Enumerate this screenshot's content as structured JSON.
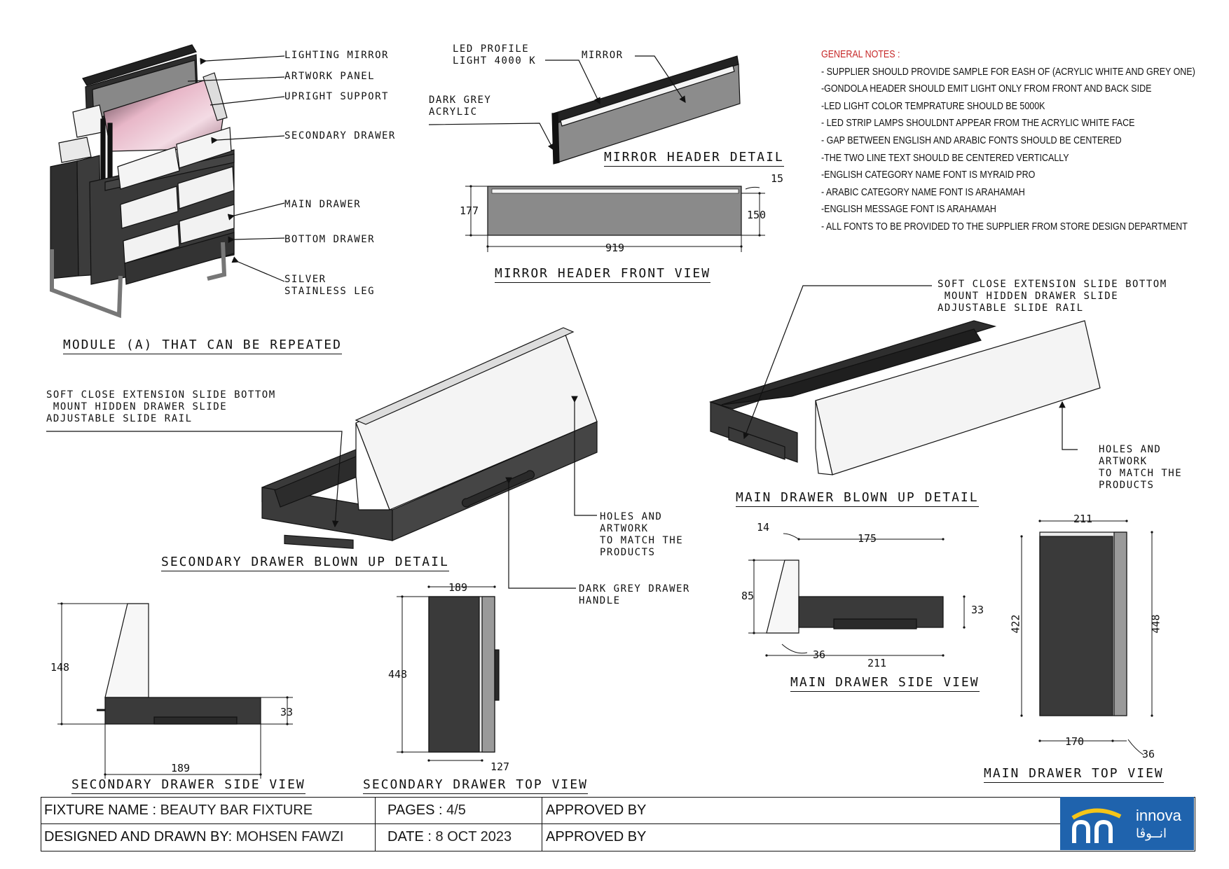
{
  "callouts_module": {
    "lighting_mirror": "LIGHTING MIRROR",
    "artwork_panel": "ARTWORK PANEL",
    "upright_support": "UPRIGHT SUPPORT",
    "secondary_drawer": "SECONDARY DRAWER",
    "main_drawer": "MAIN DRAWER",
    "bottom_drawer": "BOTTOM DRAWER",
    "silver_leg": "SILVER\nSTAINLESS LEG"
  },
  "callouts_mirror": {
    "led_profile": "LED PROFILE\nLIGHT 4000 K",
    "mirror": "MIRROR",
    "dark_grey_acrylic": "DARK GREY\nACRYLIC"
  },
  "callouts_secondary": {
    "slide": "SOFT CLOSE EXTENSION SLIDE BOTTOM\n MOUNT HIDDEN DRAWER SLIDE\nADJUSTABLE SLIDE RAIL",
    "holes": "HOLES AND\nARTWORK\nTO MATCH THE\nPRODUCTS",
    "handle": "DARK GREY DRAWER\nHANDLE"
  },
  "callouts_main": {
    "slide": "SOFT CLOSE EXTENSION SLIDE BOTTOM\n MOUNT HIDDEN DRAWER SLIDE\nADJUSTABLE SLIDE RAIL",
    "holes": "HOLES AND\nARTWORK\nTO MATCH THE\nPRODUCTS"
  },
  "titles": {
    "module": "MODULE (A) THAT CAN BE REPEATED",
    "mirror_detail": "MIRROR HEADER DETAIL",
    "mirror_front": "MIRROR HEADER FRONT VIEW",
    "secondary_blown": "SECONDARY DRAWER BLOWN UP DETAIL",
    "main_blown": "MAIN DRAWER BLOWN UP DETAIL",
    "secondary_side": "SECONDARY DRAWER SIDE VIEW",
    "secondary_top": "SECONDARY DRAWER TOP VIEW",
    "main_side": "MAIN DRAWER SIDE VIEW",
    "main_top": "MAIN DRAWER TOP VIEW"
  },
  "dimensions": {
    "mirror_height": "177",
    "mirror_inner": "150",
    "mirror_strip": "15",
    "mirror_width": "919",
    "sec_side_height": "148",
    "sec_side_drawer": "33",
    "sec_side_width": "189",
    "sec_top_width": "189",
    "sec_top_length": "448",
    "sec_top_depth": "127",
    "main_side_offset": "14",
    "main_side_width": "175",
    "main_side_height": "85",
    "main_side_drawer": "33",
    "main_side_base": "36",
    "main_side_total": "211",
    "main_top_width": "211",
    "main_top_inner": "422",
    "main_top_outer": "448",
    "main_top_170": "170",
    "main_top_36": "36"
  },
  "notes": {
    "heading": "GENERAL NOTES :",
    "items": [
      "- SUPPLIER SHOULD PROVIDE SAMPLE FOR EASH  OF (ACRYLIC WHITE AND GREY ONE)",
      "-GONDOLA HEADER SHOULD EMIT LIGHT ONLY FROM FRONT AND BACK SIDE",
      "-LED LIGHT COLOR TEMPRATURE SHOULD BE 5000K",
      "- LED STRIP LAMPS SHOULDNT APPEAR FROM THE ACRYLIC WHITE FACE",
      "- GAP BETWEEN ENGLISH AND ARABIC FONTS SHOULD BE CENTERED",
      "-THE TWO LINE TEXT SHOULD BE CENTERED VERTICALLY",
      "-ENGLISH CATEGORY NAME FONT IS MYRAID PRO",
      "- ARABIC CATEGORY NAME FONT IS ARAHAMAH",
      "-ENGLISH MESSAGE FONT IS ARAHAMAH",
      "- ALL FONTS TO BE PROVIDED TO THE SUPPLIER FROM STORE DESIGN DEPARTMENT"
    ]
  },
  "title_block": {
    "fixture_label": "FIXTURE NAME :",
    "fixture_value": "BEAUTY BAR FIXTURE",
    "designer_label": "DESIGNED AND DRAWN BY:",
    "designer_value": "MOHSEN FAWZI",
    "pages_label": "PAGES :",
    "pages_value": "4/5",
    "date_label": "DATE :",
    "date_value": "8 OCT 2023",
    "approved_1": "APPROVED BY",
    "approved_2": "APPROVED BY",
    "logo_en": "innova",
    "logo_ar": "انــوڤا"
  },
  "colors": {
    "dark_panel": "#3d3d3d",
    "mid_grey": "#8a8a8a",
    "note_heading": "#c62828",
    "logo_bg": "#1f63ad",
    "logo_accent": "#f5c518"
  }
}
